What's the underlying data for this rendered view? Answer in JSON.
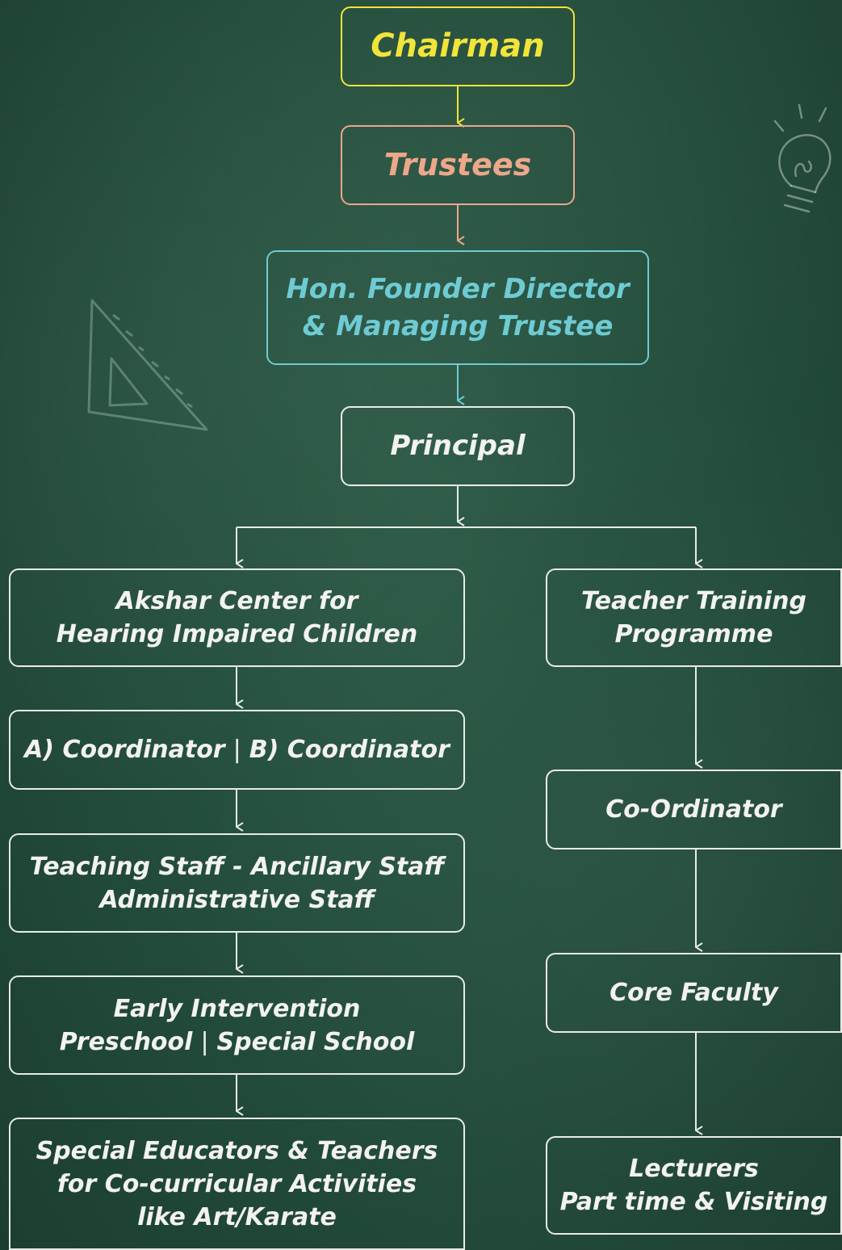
{
  "colors": {
    "chalk_white": "#e8ece8",
    "chairman_yellow": "#f1e43a",
    "trustees_salmon": "#eda78a",
    "founder_cyan": "#6ecbd3",
    "board_green": "#234c3b"
  },
  "nodes": {
    "chairman": "Chairman",
    "trustees": "Trustees",
    "founder": {
      "line1": "Hon. Founder Director",
      "line2": "& Managing Trustee"
    },
    "principal": "Principal",
    "akshar": {
      "line1": "Akshar Center for",
      "line2": "Hearing Impaired Children"
    },
    "coordinators": {
      "a": "A) Coordinator",
      "separator": "|",
      "b": "B) Coordinator"
    },
    "staff": {
      "line1": "Teaching Staff - Ancillary Staff",
      "line2": "Administrative Staff"
    },
    "early": {
      "line1": "Early Intervention",
      "line2a": "Preschool",
      "separator": "|",
      "line2b": "Special School"
    },
    "educators": {
      "line1": "Special Educators & Teachers",
      "line2": "for Co-curricular Activities",
      "line3": "like Art/Karate"
    },
    "teacher_training": {
      "line1": "Teacher Training",
      "line2": "Programme"
    },
    "co_ordinator": "Co-Ordinator",
    "core_faculty": "Core Faculty",
    "lecturers": {
      "line1": "Lecturers",
      "line2": "Part time & Visiting"
    }
  },
  "decorations": [
    "light-bulb-icon",
    "set-square-icon"
  ]
}
